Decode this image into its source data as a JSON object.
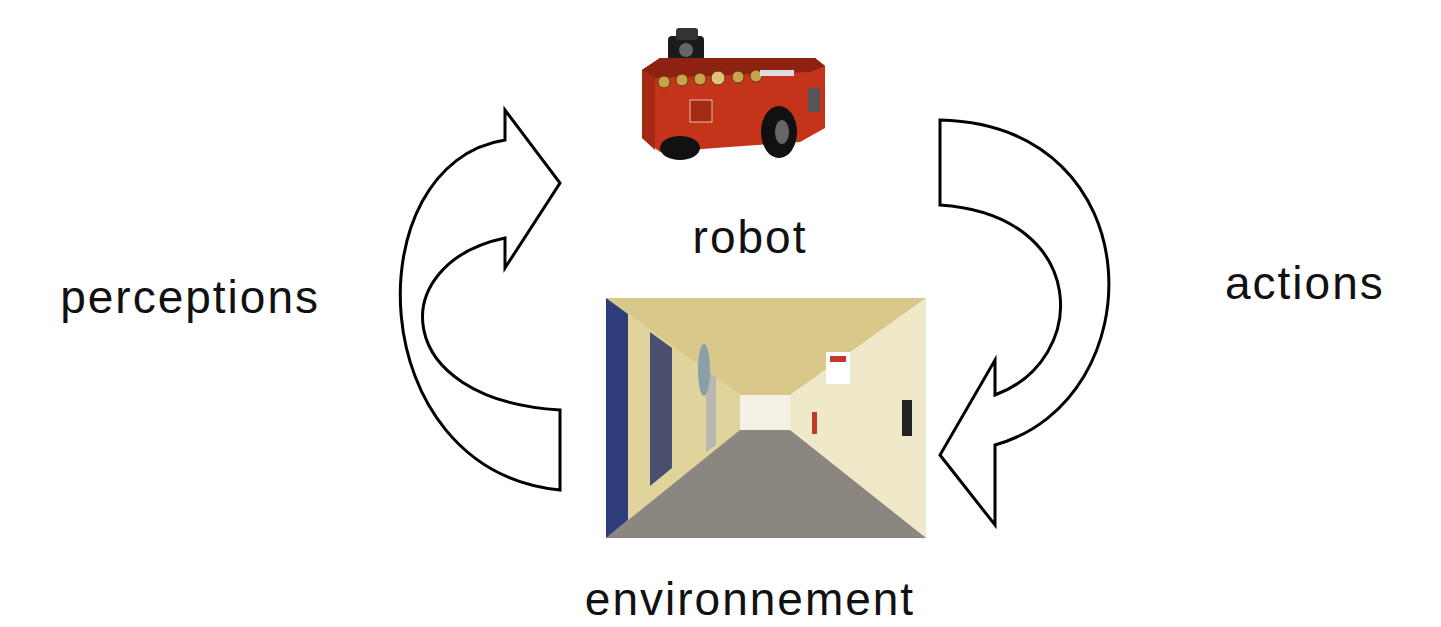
{
  "diagram": {
    "nodes": [
      {
        "text": [
          "robot"
        ]
      },
      {
        "text": [
          "environnement"
        ]
      }
    ],
    "edges": [
      {
        "from": 1,
        "to": 0,
        "arrow": "to",
        "label": "perceptions"
      },
      {
        "from": 0,
        "to": 1,
        "arrow": "to",
        "label": "actions"
      }
    ]
  }
}
